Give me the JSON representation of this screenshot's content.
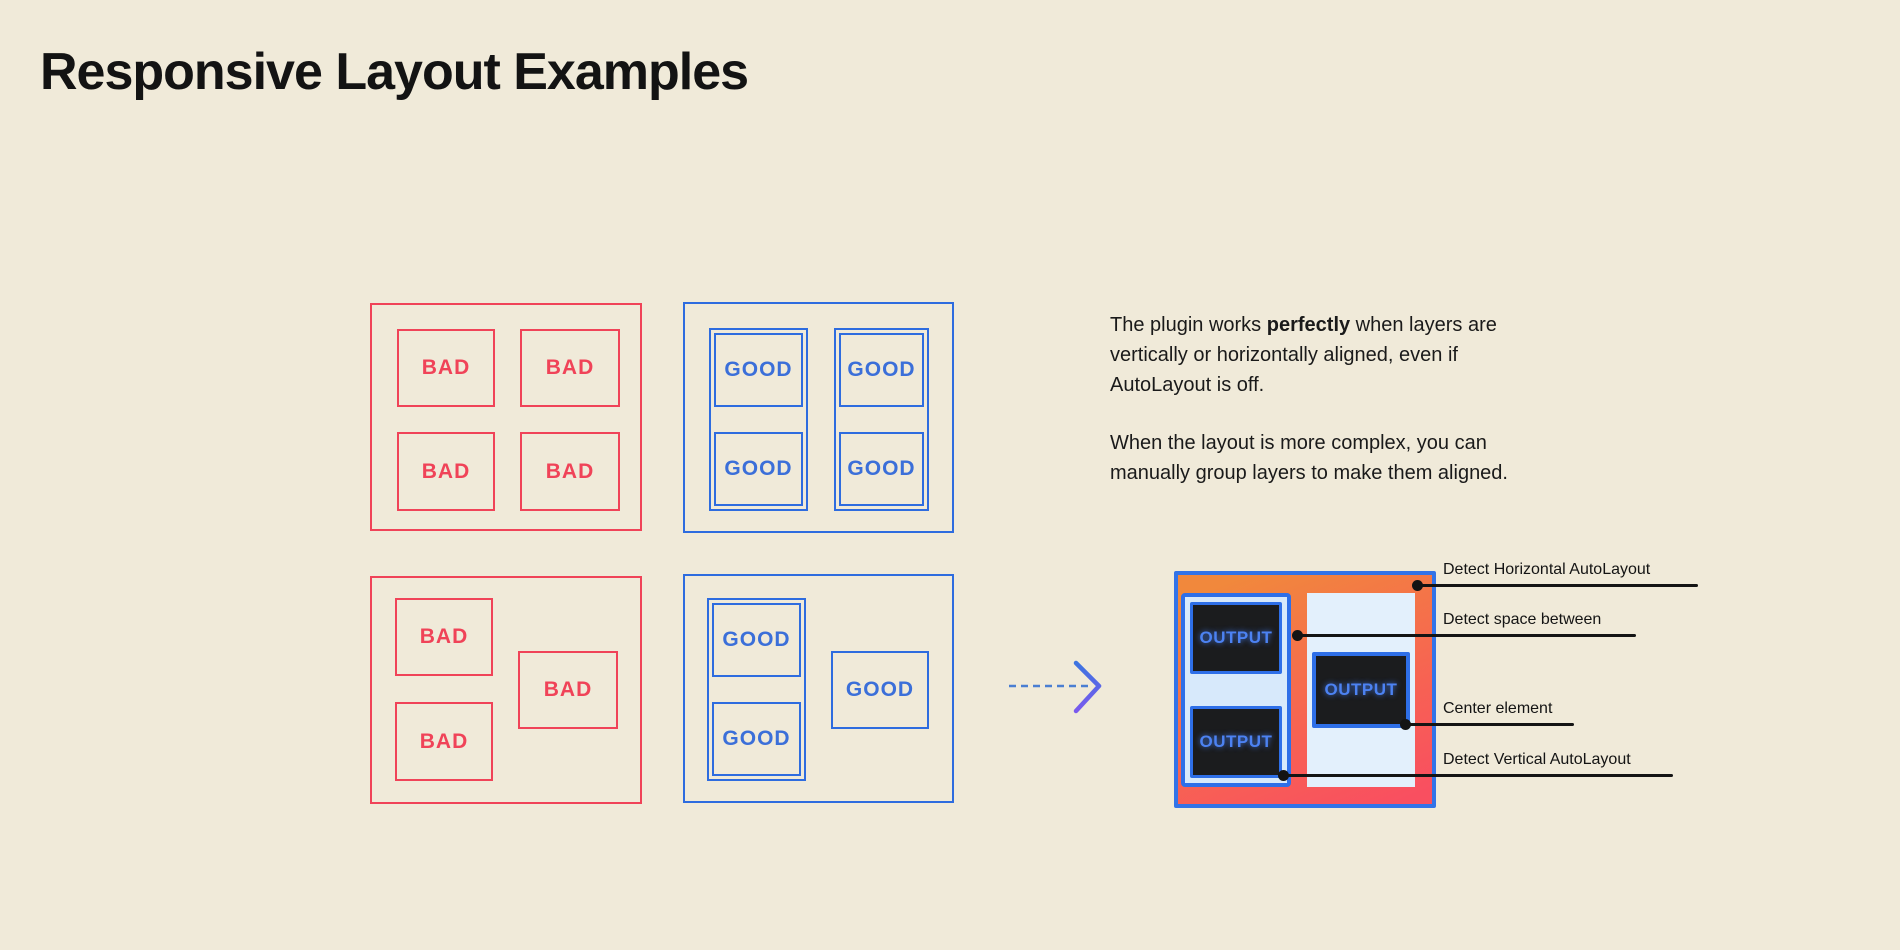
{
  "title": "Responsive Layout Examples",
  "colors": {
    "background": "#F0EAD9",
    "bad_red": "#F04358",
    "good_blue": "#2E6CDF",
    "pale_blue_fill": "#D7E9FB",
    "dark_panel": "#1B1C1E",
    "output_text_blue": "#4C82F2",
    "gradient_start_orange": "#F1883C",
    "gradient_end_red": "#F94F60",
    "annotation_ink": "#141414"
  },
  "examples": {
    "top_bad": {
      "boxes": [
        "BAD",
        "BAD",
        "BAD",
        "BAD"
      ]
    },
    "top_good": {
      "groups": [
        {
          "boxes": [
            "GOOD",
            "GOOD"
          ]
        },
        {
          "boxes": [
            "GOOD",
            "GOOD"
          ]
        }
      ]
    },
    "bottom_bad": {
      "stacked_boxes": [
        "BAD",
        "BAD"
      ],
      "offset_box": "BAD"
    },
    "bottom_good": {
      "grouped_boxes": [
        "GOOD",
        "GOOD"
      ],
      "offset_box": "GOOD"
    }
  },
  "description": {
    "para1_before": "The plugin works ",
    "para1_bold": "perfectly",
    "para1_after": " when layers are vertically or horizontally aligned, even if AutoLayout is off.",
    "para2": "When the layout is more complex, you can manually group layers to make them aligned."
  },
  "output_diagram": {
    "left_group_boxes": [
      "OUTPUT",
      "OUTPUT"
    ],
    "center_box": "OUTPUT"
  },
  "annotations": [
    {
      "label": "Detect Horizontal AutoLayout"
    },
    {
      "label": "Detect space between"
    },
    {
      "label": "Center element"
    },
    {
      "label": "Detect Vertical AutoLayout"
    }
  ]
}
